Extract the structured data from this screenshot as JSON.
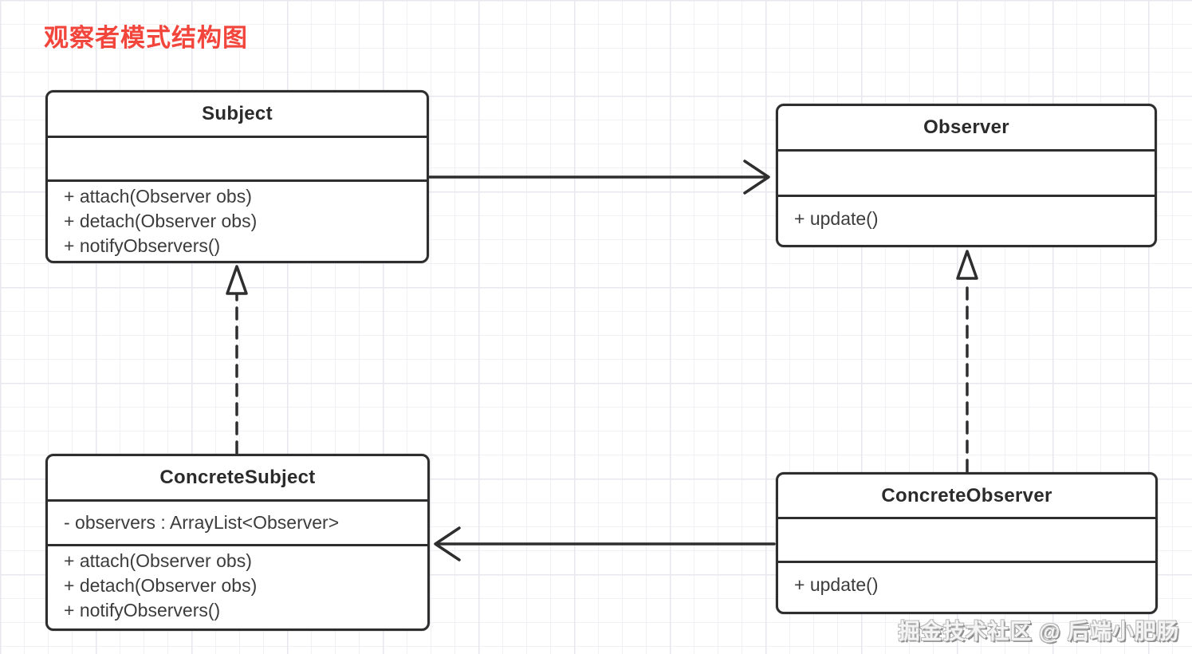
{
  "page": {
    "title": "观察者模式结构图",
    "watermark": "掘金技术社区 @ 后端小肥肠"
  },
  "colors": {
    "title_red": "#f2453c",
    "line_dark": "#2e2e2e",
    "box_fill": "#ffffff",
    "grid_minor": "#f1f1f5",
    "grid_major": "#e7e7ee"
  },
  "classes": {
    "subject": {
      "name": "Subject",
      "attributes": [],
      "methods": [
        "+ attach(Observer obs)",
        "+ detach(Observer obs)",
        "+ notifyObservers()"
      ]
    },
    "observer": {
      "name": "Observer",
      "attributes": [],
      "methods": [
        "+ update()"
      ]
    },
    "concrete_subject": {
      "name": "ConcreteSubject",
      "attributes": [
        "- observers : ArrayList<Observer>"
      ],
      "methods": [
        "+ attach(Observer obs)",
        "+ detach(Observer obs)",
        "+ notifyObservers()"
      ]
    },
    "concrete_observer": {
      "name": "ConcreteObserver",
      "attributes": [],
      "methods": [
        "+ update()"
      ]
    }
  },
  "relations": [
    {
      "from": "Subject",
      "to": "Observer",
      "type": "association",
      "line": "solid",
      "arrowhead": "open"
    },
    {
      "from": "ConcreteSubject",
      "to": "Subject",
      "type": "realization",
      "line": "dashed",
      "arrowhead": "hollow-triangle"
    },
    {
      "from": "ConcreteObserver",
      "to": "Observer",
      "type": "realization",
      "line": "dashed",
      "arrowhead": "hollow-triangle"
    },
    {
      "from": "ConcreteObserver",
      "to": "ConcreteSubject",
      "type": "association",
      "line": "solid",
      "arrowhead": "open"
    }
  ]
}
